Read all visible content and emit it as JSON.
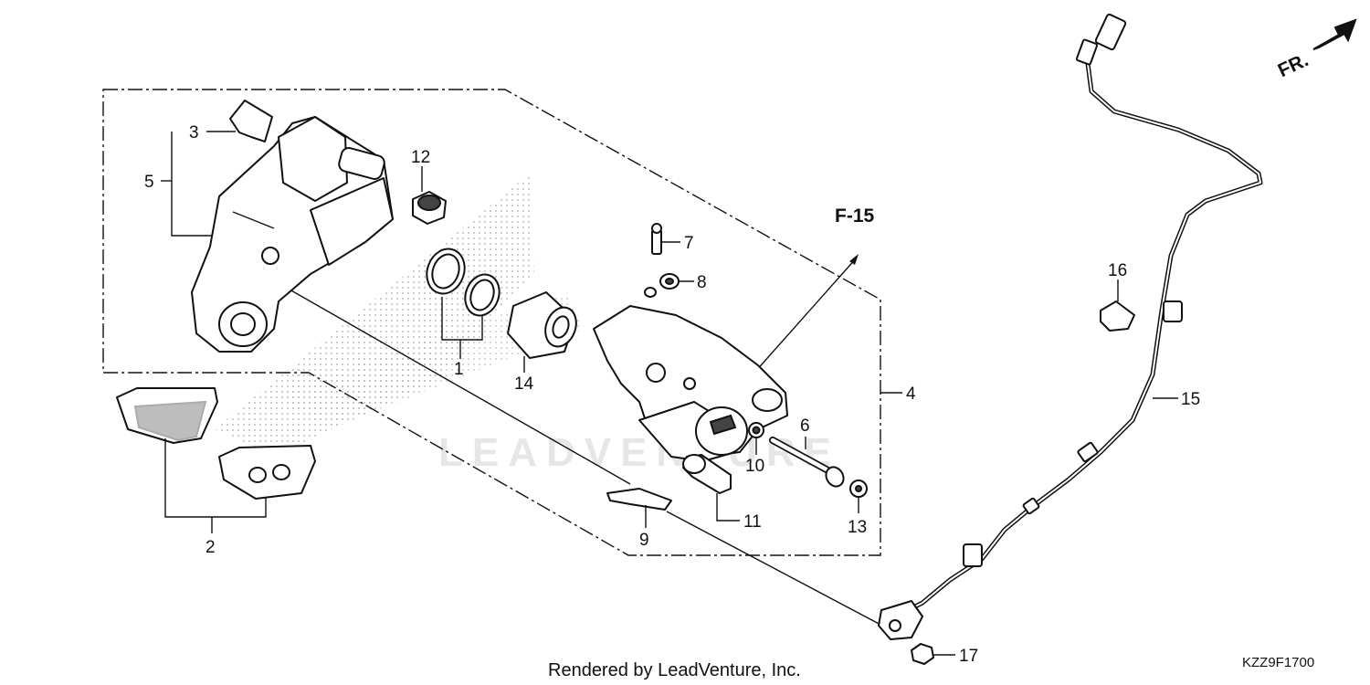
{
  "diagram": {
    "callouts": {
      "p1": "1",
      "p2": "2",
      "p3": "3",
      "p4": "4",
      "p5": "5",
      "p6": "6",
      "p7": "7",
      "p8": "8",
      "p9": "9",
      "p10": "10",
      "p11": "11",
      "p12": "12",
      "p13": "13",
      "p14": "14",
      "p15": "15",
      "p16": "16",
      "p17": "17"
    },
    "reference": "F-15",
    "direction": "FR.",
    "diagram_code": "KZZ9F1700",
    "watermark": "LEADVENTURE",
    "footer": "Rendered by LeadVenture, Inc."
  }
}
